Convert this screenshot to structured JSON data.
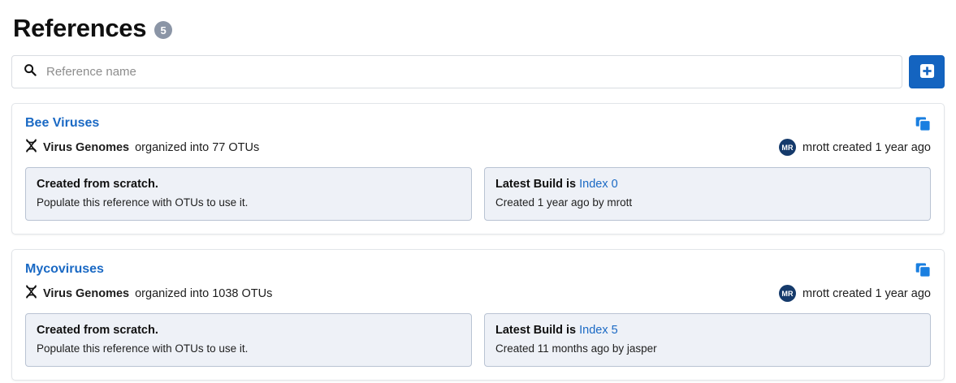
{
  "header": {
    "title": "References",
    "count_badge": "5"
  },
  "search": {
    "placeholder": "Reference name",
    "value": "",
    "icon": "search-icon",
    "add_button_icon": "plus-square-icon",
    "accent_color": "#1464c0"
  },
  "references": [
    {
      "name": "Bee Viruses",
      "data_type_icon": "dna-icon",
      "data_type": "Virus Genomes",
      "otu_text": "organized into 77 OTUs",
      "clone_icon": "clone-icon",
      "creator": {
        "initials": "MR",
        "text": "mrott created 1 year ago"
      },
      "left_panel": {
        "title": "Created from scratch.",
        "text": "Populate this reference with OTUs to use it."
      },
      "right_panel": {
        "title": "Latest Build is",
        "link": "Index 0",
        "text": "Created 1 year ago by mrott"
      }
    },
    {
      "name": "Mycoviruses",
      "data_type_icon": "dna-icon",
      "data_type": "Virus Genomes",
      "otu_text": "organized into 1038 OTUs",
      "clone_icon": "clone-icon",
      "creator": {
        "initials": "MR",
        "text": "mrott created 1 year ago"
      },
      "left_panel": {
        "title": "Created from scratch.",
        "text": "Populate this reference with OTUs to use it."
      },
      "right_panel": {
        "title": "Latest Build is",
        "link": "Index 5",
        "text": "Created 11 months ago by jasper"
      }
    }
  ],
  "colors": {
    "link_blue": "#1a69c4",
    "button_blue": "#1464c0",
    "badge_grey": "#8b95a6",
    "avatar_navy": "#153a6b",
    "panel_bg": "#eef1f7",
    "panel_border": "#b9c3d3"
  }
}
